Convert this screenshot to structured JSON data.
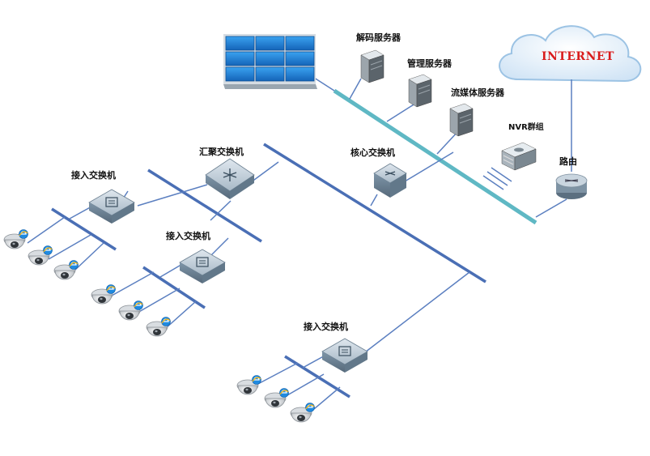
{
  "labels": {
    "decoder_server": "解码服务器",
    "management_server": "管理服务器",
    "streaming_server": "流媒体服务器",
    "nvr_cluster": "NVR群组",
    "router": "路由",
    "core_switch": "核心交换机",
    "aggregation_switch": "汇聚交换机",
    "access_switch_1": "接入交换机",
    "access_switch_2": "接入交换机",
    "access_switch_3": "接入交换机",
    "internet": "INTERNET"
  },
  "colors": {
    "trunk_line": "#4a6fb5",
    "core_bus": "#5fb8c4",
    "link_line": "#5b7fc0",
    "video_wall": "#1e7fd6",
    "device_body": "#8aa4b6",
    "label_text": "#111111",
    "internet_text": "#d91c1c"
  }
}
